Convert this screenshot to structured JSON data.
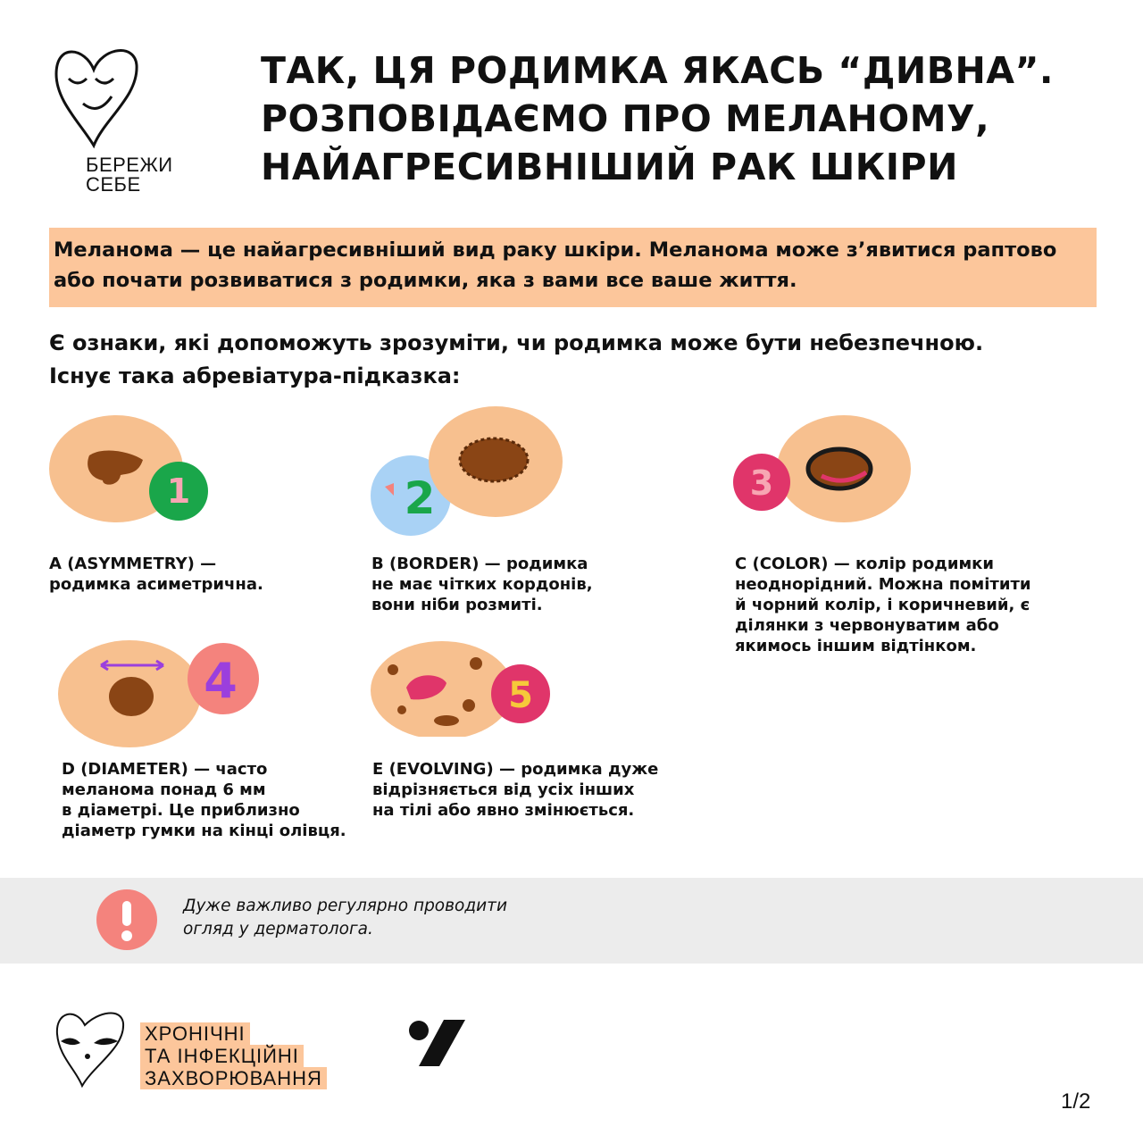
{
  "brand": {
    "line1": "БЕРЕЖИ",
    "line2": "СЕБЕ"
  },
  "title": [
    "ТАК, ЦЯ РОДИМКА ЯКАСЬ “ДИВНА”.",
    "РОЗПОВІДАЄМО ПРО МЕЛАНОМУ,",
    "НАЙАГРЕСИВНІШИЙ РАК ШКІРИ"
  ],
  "intro": {
    "part1": "Меланома — ",
    "bold": "це найагресивніший вид раку шкіри.",
    "part2": " Меланома може з’явитися раптово або почати розвиватися з родимки, яка з вами все ваше життя."
  },
  "question": [
    "Є ознаки, які допоможуть зрозуміти, чи родимка може бути небезпечною.",
    "Існує така абревіатура-підказка:"
  ],
  "signs": [
    {
      "num": "1",
      "lines": [
        "A (ASYMMETRY) —",
        "родимка асиметрична."
      ]
    },
    {
      "num": "2",
      "lines": [
        "B (BORDER) — родимка",
        "не має чітких кордонів,",
        "вони ніби розмиті."
      ]
    },
    {
      "num": "3",
      "lines": [
        "C (COLOR) — колір родимки",
        "неоднорідний. Можна помітити",
        "й чорний колір, і коричневий, є",
        "ділянки з червонуватим або",
        "якимось іншим відтінком."
      ]
    },
    {
      "num": "4",
      "lines": [
        "D (DIAMETER) — часто",
        "меланома понад 6 мм",
        "в діаметрі. Це приблизно",
        "діаметр гумки на кінці олівця."
      ]
    },
    {
      "num": "5",
      "lines": [
        "E (EVOLVING) — родимка дуже",
        "відрізняється від усіх інших",
        "на тілі або явно змінюється."
      ]
    }
  ],
  "note": [
    "Дуже важливо регулярно проводити",
    "огляд у дерматолога."
  ],
  "footer": {
    "lines": [
      "ХРОНІЧНІ",
      "ТА ІНФЕКЦІЙНІ",
      "ЗАХВОРЮВАННЯ"
    ],
    "page": "1/2"
  },
  "colors": {
    "peach": "#fcc69b",
    "skin": "#f7c08f",
    "mole": "#8a4515",
    "alert": "#f4837d"
  }
}
